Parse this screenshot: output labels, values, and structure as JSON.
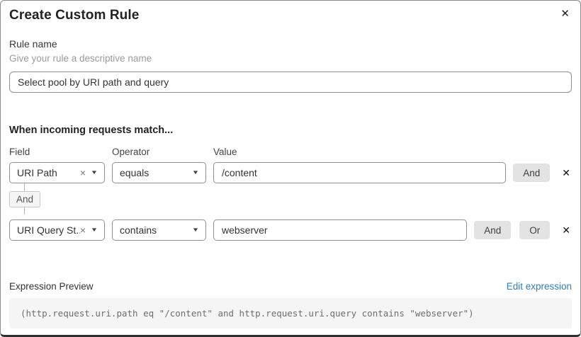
{
  "dialog": {
    "title": "Create Custom Rule"
  },
  "icons": {
    "close": "✕",
    "clear": "×",
    "caret": "▼",
    "remove": "✕"
  },
  "rule_name": {
    "label": "Rule name",
    "hint": "Give your rule a descriptive name",
    "value": "Select pool by URI path and query"
  },
  "match": {
    "heading": "When incoming requests match...",
    "columns": {
      "field": "Field",
      "operator": "Operator",
      "value": "Value"
    },
    "rows": [
      {
        "field": "URI Path",
        "operator": "equals",
        "value": "/content",
        "and_label": "And"
      },
      {
        "field": "URI Query St...",
        "operator": "contains",
        "value": "webserver",
        "and_label": "And",
        "or_label": "Or"
      }
    ],
    "connector": "And"
  },
  "expression": {
    "label": "Expression Preview",
    "edit_link": "Edit expression",
    "code": "(http.request.uri.path eq \"/content\" and http.request.uri.query contains \"webserver\")"
  },
  "colors": {
    "link_blue": "#2e7cbe",
    "button_bg": "#e3e3e3",
    "code_bg": "#f5f5f5",
    "border_dark": "#2f2f2f"
  }
}
